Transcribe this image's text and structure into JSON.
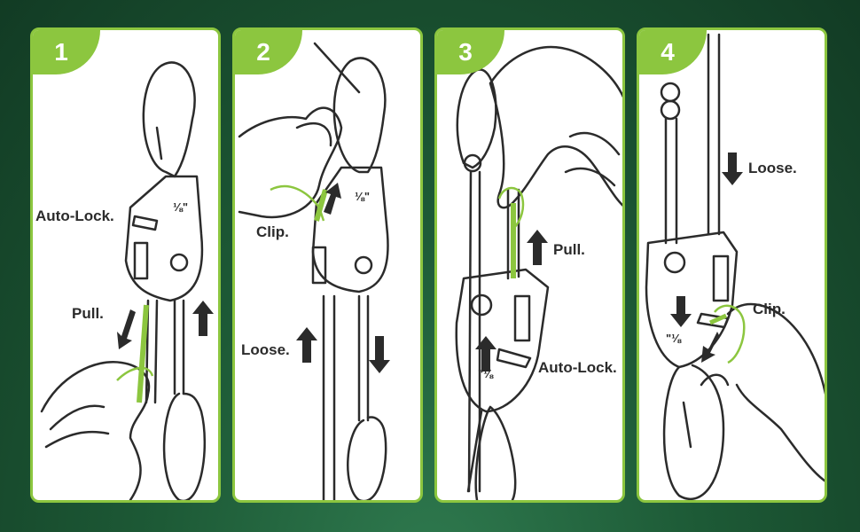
{
  "colors": {
    "accent": "#8cc63f",
    "ink": "#2b2b2b",
    "background": "#1d5a36"
  },
  "steps": [
    {
      "number": "1",
      "labels": [
        "Auto-Lock.",
        "Pull."
      ],
      "size_mark": "⅛\""
    },
    {
      "number": "2",
      "labels": [
        "Clip.",
        "Loose."
      ],
      "size_mark": "⅛\""
    },
    {
      "number": "3",
      "labels": [
        "Pull.",
        "Auto-Lock."
      ],
      "size_mark": "\"⅛"
    },
    {
      "number": "4",
      "labels": [
        "Loose.",
        "Clip."
      ],
      "size_mark": "\"⅛"
    }
  ]
}
